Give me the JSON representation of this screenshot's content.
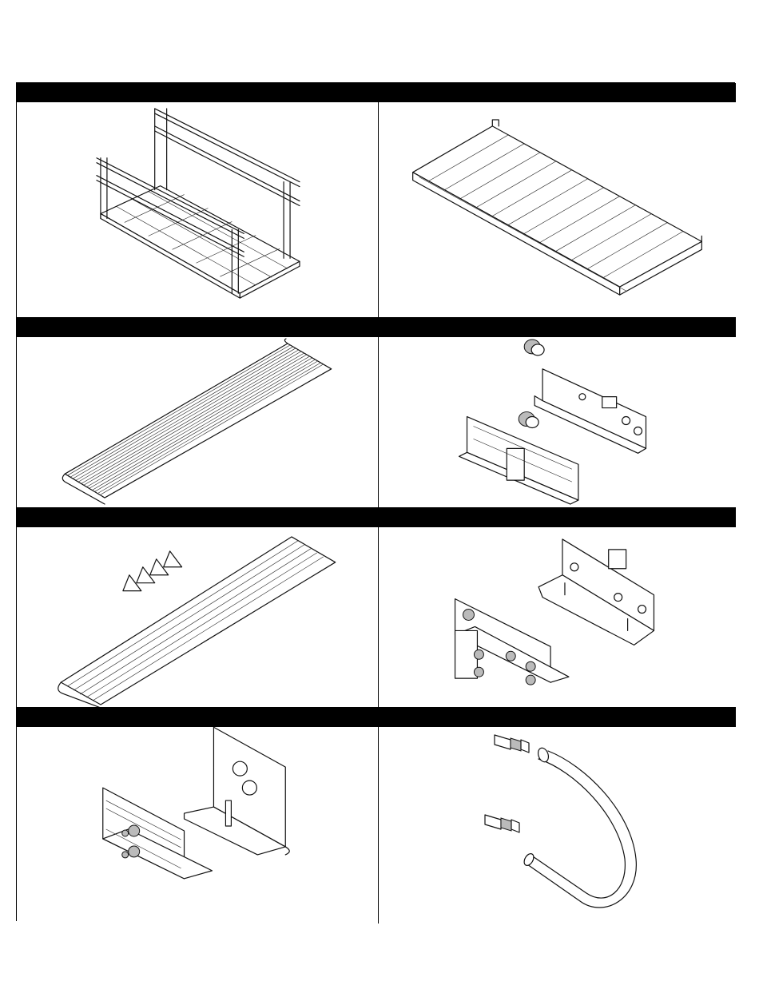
{
  "panels": [
    {
      "caption": "",
      "drawing": "ramp-with-handrails-drawing"
    },
    {
      "caption": "",
      "drawing": "ramp-platform-drawing"
    },
    {
      "caption": "",
      "drawing": "ribbed-ramp-section-drawing"
    },
    {
      "caption": "",
      "drawing": "connector-bracket-kit-drawing"
    },
    {
      "caption": "",
      "drawing": "ramp-section-with-wedges-drawing"
    },
    {
      "caption": "",
      "drawing": "bolted-bracket-assembly-drawing"
    },
    {
      "caption": "",
      "drawing": "angle-bracket-pair-drawing"
    },
    {
      "caption": "",
      "drawing": "u-handrail-with-connectors-drawing"
    }
  ]
}
